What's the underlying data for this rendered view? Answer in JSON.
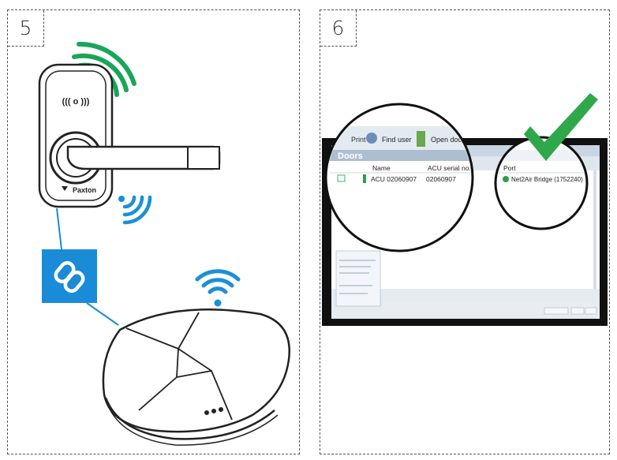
{
  "panels": [
    {
      "step": "5"
    },
    {
      "step": "6"
    }
  ],
  "lock": {
    "brand": "Paxton",
    "rfid_symbol": "((( o )))"
  },
  "software": {
    "toolbar": {
      "item_cut": "Print",
      "find_user": "Find user",
      "open_door": "Open door"
    },
    "section_title": "Doors",
    "columns": {
      "name": "Name",
      "serial": "ACU serial no.",
      "port": "Port"
    },
    "row": {
      "name": "ACU 02060907",
      "serial": "02060907",
      "port": "Net2Air Bridge (1752240)"
    }
  },
  "colors": {
    "accent_blue": "#1b8fd8",
    "signal_green": "#19a55a",
    "check_green": "#2fa84a",
    "link_box": "#1a8bd6"
  }
}
